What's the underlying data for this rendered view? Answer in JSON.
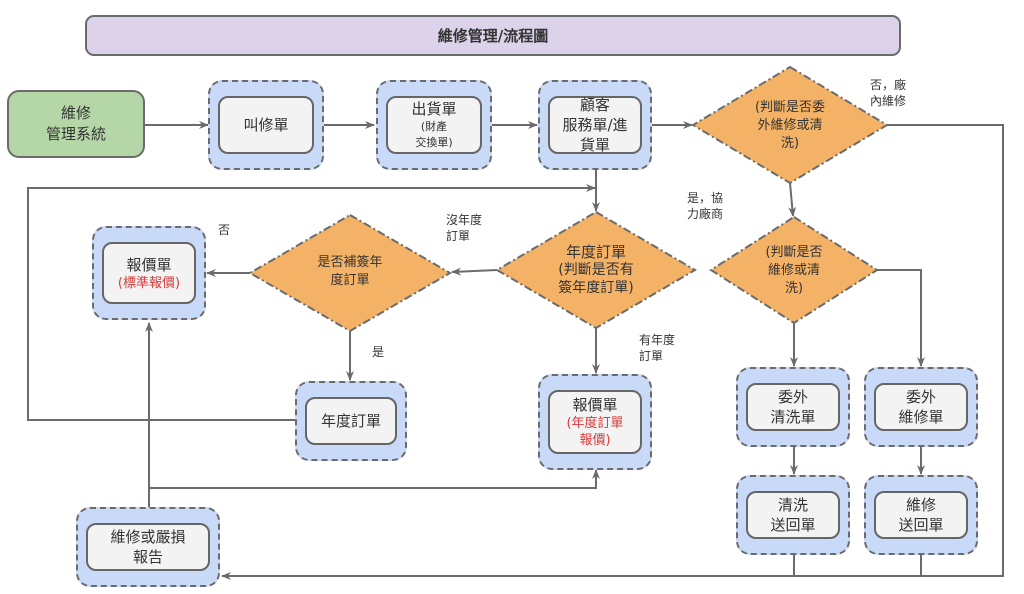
{
  "title": "維修管理/流程圖",
  "start": {
    "line1": "維修",
    "line2": "管理系統"
  },
  "nodes": {
    "repair_call": {
      "line1": "叫修單"
    },
    "shipment": {
      "line1": "出貨單",
      "line2": "(財產",
      "line3": "交換單)"
    },
    "customer_service": {
      "line1": "顧客",
      "line2": "服務單/進",
      "line3": "貨單"
    },
    "quote_standard": {
      "line1": "報價單",
      "line2": "(標準報價)"
    },
    "annual_order": {
      "line1": "年度訂單"
    },
    "quote_annual": {
      "line1": "報價單",
      "line2": "(年度訂單",
      "line3": "報價)"
    },
    "outsource_clean": {
      "line1": "委外",
      "line2": "清洗單"
    },
    "outsource_repair": {
      "line1": "委外",
      "line2": "維修單"
    },
    "clean_return": {
      "line1": "清洗",
      "line2": "送回單"
    },
    "repair_return": {
      "line1": "維修",
      "line2": "送回單"
    },
    "damage_report": {
      "line1": "維修或嚴損",
      "line2": "報告"
    }
  },
  "decisions": {
    "outsource_check": {
      "line1": "(判斷是否委",
      "line2": "外維修或清",
      "line3": "洗)"
    },
    "annual_check": {
      "line1": "年度訂單",
      "line2": "(判斷是否有",
      "line3": "簽年度訂單)"
    },
    "sign_annual": {
      "line1": "是否補簽年",
      "line2": "度訂單"
    },
    "repair_or_clean": {
      "line1": "(判斷是否",
      "line2": "維修或清",
      "line3": "洗)"
    }
  },
  "edge_labels": {
    "no_inhouse": {
      "line1": "否，廠",
      "line2": "內維修"
    },
    "yes_partner": {
      "line1": "是，協",
      "line2": "力廠商"
    },
    "no_annual": {
      "line1": "沒年度",
      "line2": "訂單"
    },
    "has_annual": {
      "line1": "有年度",
      "line2": "訂單"
    },
    "no": {
      "line1": "否"
    },
    "yes": {
      "line1": "是"
    }
  },
  "colors": {
    "title_fill": "#dcd3ea",
    "start_fill": "#b5d6a7",
    "process_fill": "#c9daf8",
    "decision_fill": "#f4b266",
    "highlight_text": "#d83b3b",
    "line": "#6b6b6b"
  }
}
